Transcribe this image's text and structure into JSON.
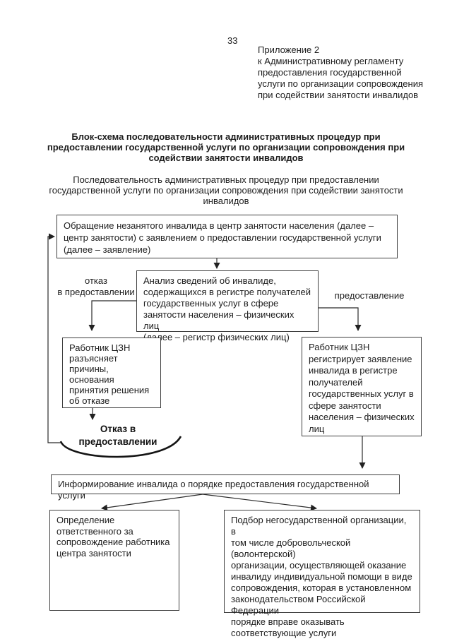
{
  "page": {
    "number": "33",
    "appendix": "Приложение 2\nк Административному регламенту\nпредоставления государственной\nуслуги по организации сопровождения\nпри содействии занятости инвалидов",
    "title": "Блок-схема последовательности административных процедур при\nпредоставлении государственной услуги по организации сопровождения при\nсодействии занятости инвалидов",
    "subtitle": "Последовательность административных процедур при предоставлении\nгосударственной услуги по организации сопровождения при содействии занятости\nинвалидов"
  },
  "flow": {
    "nodes": {
      "application": "Обращение незанятого инвалида в центр занятости населения (далее –\nцентр занятости) с заявлением о предоставлении государственной услуги\n(далее – заявление)",
      "analysis": "Анализ сведений об инвалиде,\nсодержащихся в регистре получателей\nгосударственных услуг в сфере\nзанятости населения – физических лиц\n(далее – регистр физических лиц)",
      "refusal_explain": "Работник ЦЗН\nразъясняет\nпричины, основания\nпринятия решения\nоб отказе",
      "register": "Работник ЦЗН\nрегистрирует заявление\nинвалида в регистре\nполучателей\nгосударственных услуг в\nсфере занятости\nнаселения – физических\nлиц",
      "refusal_terminator": "Отказ в\nпредоставлении",
      "informing": "Информирование инвалида о порядке предоставления государственной услуги",
      "assign_worker": "Определение\nответственного за\nсопровождение работника\nцентра занятости",
      "ngo_selection": "Подбор негосударственной организации, в\nтом числе добровольческой (волонтерской)\nорганизации, осуществляющей оказание\nинвалиду индивидуальной помощи в виде\nсопровождения, которая в установленном\nзаконодательством Российской Федерации\nпорядке вправе оказывать\nсоответствующие услуги"
    },
    "edge_labels": {
      "refuse": "отказ\nв предоставлении",
      "provide": "предоставление"
    }
  },
  "colors": {
    "ink": "#1c1c1c",
    "box_border": "#3f3f3f",
    "connector": "#2b2b2b",
    "background": "#ffffff"
  }
}
